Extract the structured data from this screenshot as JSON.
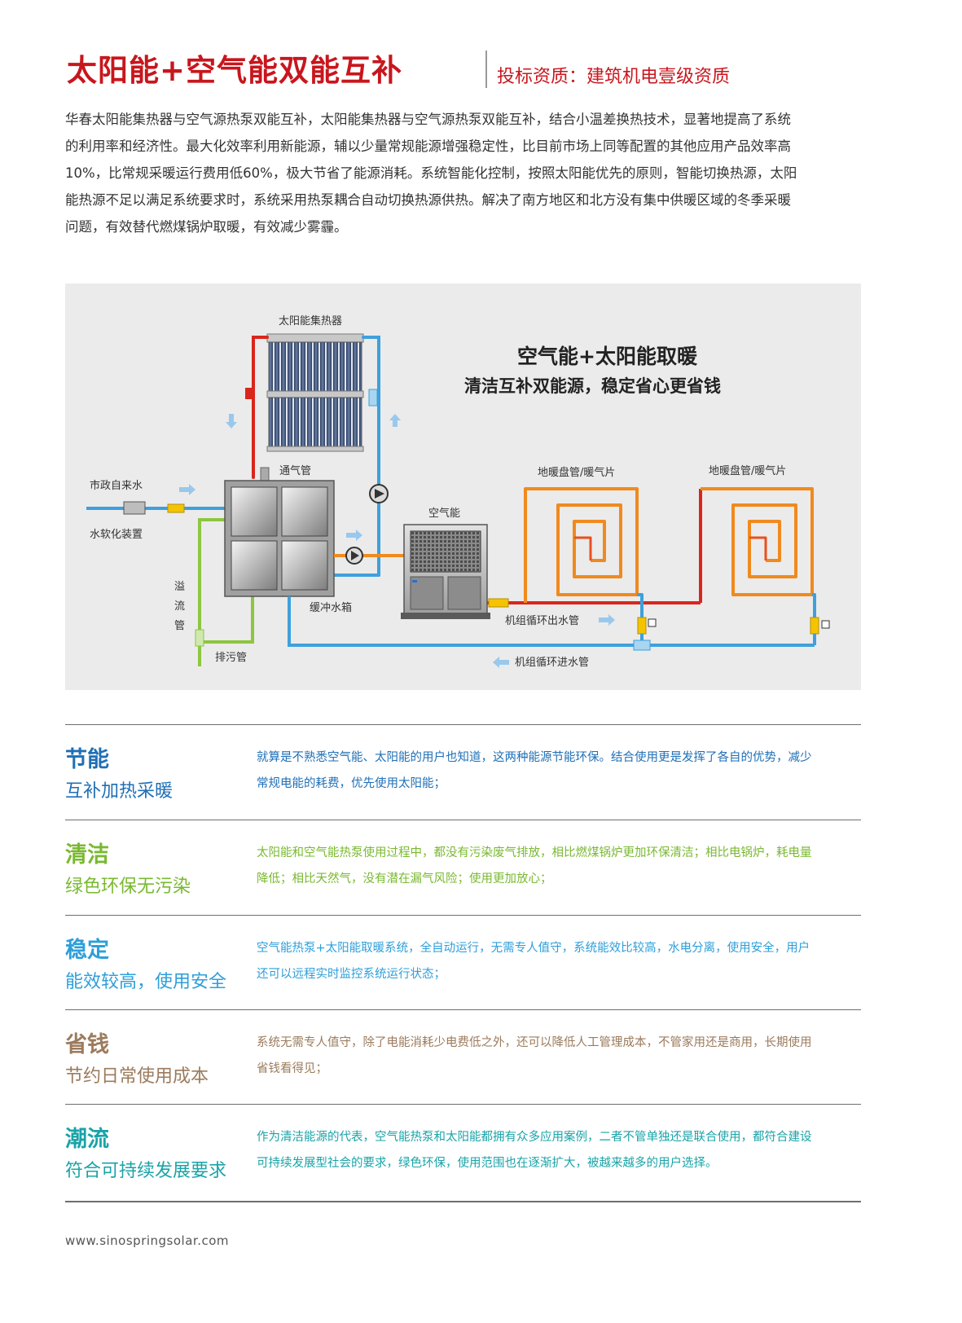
{
  "header": {
    "title": "太阳能+空气能双能互补",
    "qualification": "投标资质：建筑机电壹级资质"
  },
  "intro": {
    "lines": [
      "华春太阳能集热器与空气源热泵双能互补，太阳能集热器与空气源热泵双能互补，结合小温差换热技术，显著地提高了系统",
      "的利用率和经济性。最大化效率利用新能源，辅以少量常规能源增强稳定性，比目前市场上同等配置的其他应用产品效率高",
      "10%，比常规采暖运行费用低60%，极大节省了能源消耗。系统智能化控制，按照太阳能优先的原则，智能切换热源，太阳",
      "能热源不足以满足系统要求时，系统采用热泵耦合自动切换热源供热。解决了南方地区和北方没有集中供暖区域的冬季采暖",
      "问题，有效替代燃煤锅炉取暖，有效减少雾霾。"
    ]
  },
  "diagram": {
    "headline": "空气能+太阳能取暖",
    "subheadline": "清洁互补双能源，稳定省心更省钱",
    "labels": {
      "solar_collector": "太阳能集热器",
      "vent_pipe": "通气管",
      "municipal_water": "市政自来水",
      "water_softener": "水软化装置",
      "overflow_1": "溢",
      "overflow_2": "流",
      "overflow_3": "管",
      "drain_pipe": "排污管",
      "buffer_tank": "缓冲水箱",
      "air_energy": "空气能",
      "floor_heating_1": "地暖盘管/暖气片",
      "floor_heating_2": "地暖盘管/暖气片",
      "outlet_pipe": "机组循环出水管",
      "inlet_pipe": "机组循环进水管"
    },
    "colors": {
      "hot_pipe": "#d9261c",
      "cold_pipe": "#3ea0dc",
      "overflow_pipe": "#8dc63f",
      "valve": "#f5c400",
      "coil_outer": "#f08a1e",
      "coil_inner": "#e8501e",
      "heading": "#222222"
    }
  },
  "features": [
    {
      "title": "节能",
      "subtitle": "互补加热采暖",
      "color": "#1f6fb5",
      "desc_lines": [
        "就算是不熟悉空气能、太阳能的用户也知道，这两种能源节能环保。结合使用更是发挥了各自的优势，减少",
        "常规电能的耗费，优先使用太阳能；"
      ]
    },
    {
      "title": "清洁",
      "subtitle": "绿色环保无污染",
      "color": "#79b930",
      "desc_lines": [
        "太阳能和空气能热泵使用过程中，都没有污染废气排放，相比燃煤锅炉更加环保清洁；相比电锅炉，耗电量",
        "降低；相比天然气，没有潜在漏气风险；使用更加放心；"
      ]
    },
    {
      "title": "稳定",
      "subtitle": "能效较高，使用安全",
      "color": "#2e9fd9",
      "desc_lines": [
        "空气能热泵+太阳能取暖系统，全自动运行，无需专人值守，系统能效比较高，水电分离，使用安全，用户",
        "还可以远程实时监控系统运行状态；"
      ]
    },
    {
      "title": "省钱",
      "subtitle": "节约日常使用成本",
      "color": "#9b7b5c",
      "desc_lines": [
        "系统无需专人值守，除了电能消耗少电费低之外，还可以降低人工管理成本，不管家用还是商用，长期使用",
        "省钱看得见；"
      ]
    },
    {
      "title": "潮流",
      "subtitle": "符合可持续发展要求",
      "color": "#1aa3a8",
      "desc_lines": [
        "作为清洁能源的代表，空气能热泵和太阳能都拥有众多应用案例，二者不管单独还是联合使用，都符合建设",
        "可持续发展型社会的要求，绿色环保，使用范围也在逐渐扩大，被越来越多的用户选择。"
      ]
    }
  ],
  "footer": {
    "url": "www.sinospringsolar.com"
  }
}
